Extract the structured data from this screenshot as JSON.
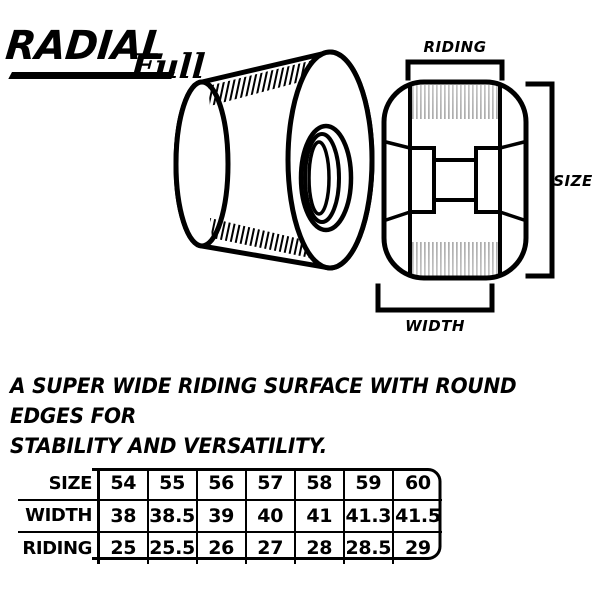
{
  "brand": {
    "name_main": "RADIAL",
    "name_script": "Full"
  },
  "diagram": {
    "label_riding": "RIDING",
    "label_size": "SIZE",
    "label_width": "WIDTH",
    "view_perspective_name": "wheel-perspective-view",
    "view_section_name": "wheel-cross-section-view"
  },
  "tagline": "A SUPER WIDE RIDING SURFACE WITH ROUND EDGES FOR\nSTABILITY AND VERSATILITY.",
  "spec_table": {
    "rows": [
      {
        "label": "SIZE",
        "values": [
          "54",
          "55",
          "56",
          "57",
          "58",
          "59",
          "60"
        ]
      },
      {
        "label": "WIDTH",
        "values": [
          "38",
          "38.5",
          "39",
          "40",
          "41",
          "41.3",
          "41.5"
        ]
      },
      {
        "label": "RIDING",
        "values": [
          "25",
          "25.5",
          "26",
          "27",
          "28",
          "28.5",
          "29"
        ]
      }
    ]
  },
  "colors": {
    "ink": "#000000",
    "background": "#ffffff"
  }
}
